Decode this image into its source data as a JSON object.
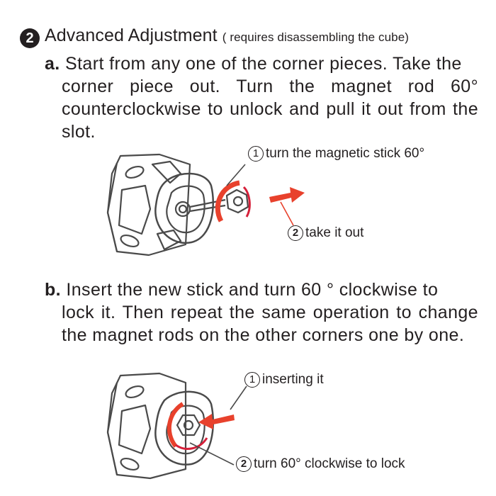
{
  "section": {
    "number": "2",
    "title": "Advanced Adjustment",
    "note": "( requires disassembling the cube)"
  },
  "steps": [
    {
      "letter": "a.",
      "text_first": "Start from any one of the corner pieces. Take the",
      "text_rest": "corner piece out. Turn the magnet rod 60° counterclockwise to unlock and pull it out from the slot.",
      "callouts": [
        {
          "num": "1",
          "text": "turn the magnetic stick 60°"
        },
        {
          "num": "2",
          "text": "take it out"
        }
      ]
    },
    {
      "letter": "b.",
      "text_first": "Insert the new stick and turn 60 ° clockwise to",
      "text_rest": "lock it. Then repeat the same operation to change the magnet rods on the other corners one by one.",
      "callouts": [
        {
          "num": "1",
          "text": "inserting it"
        },
        {
          "num": "2",
          "text": "turn 60° clockwise to lock"
        }
      ]
    }
  ],
  "colors": {
    "text": "#231f20",
    "arrow_red": "#e8412c",
    "accent_red": "#d6203a",
    "line_gray": "#4a4a4a"
  }
}
